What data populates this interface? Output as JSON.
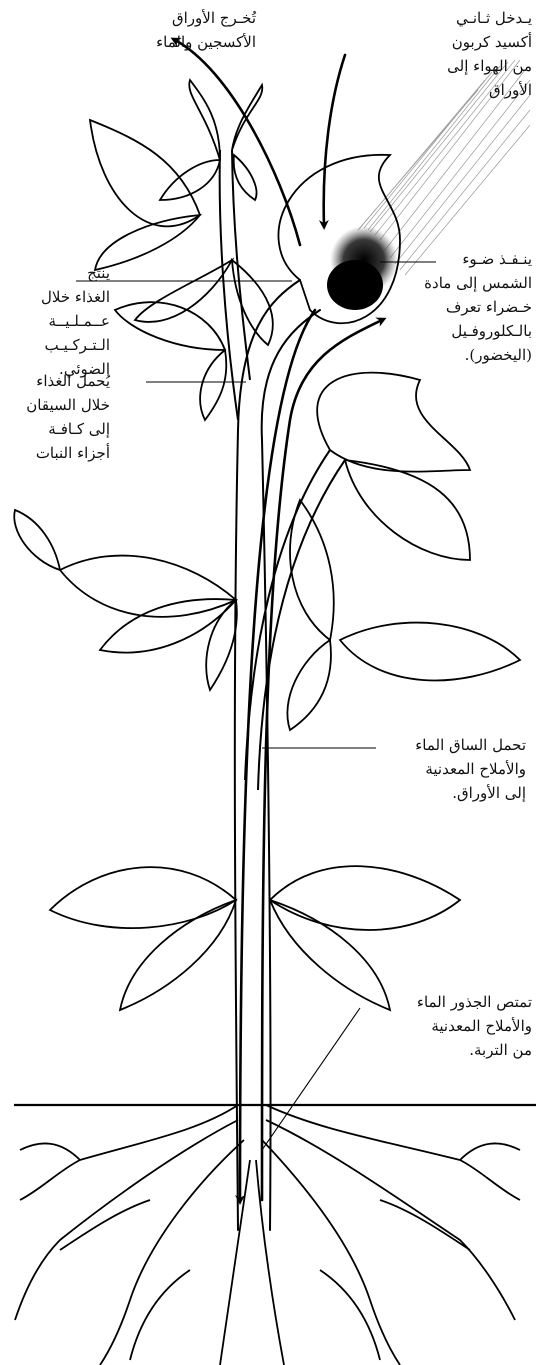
{
  "labels": {
    "oxygen_out": {
      "line1": "تُخـرج الأوراق",
      "line2": "الأكسجين والماء"
    },
    "co2_in": {
      "line1": "يـدخل ثـانـي",
      "line2": "أكسيد كربون",
      "line3": "من الهواء إلى",
      "line4": "الأوراق"
    },
    "photosynthesis": {
      "line1": "ينتج",
      "line2": "الغذاء خلال",
      "line3": "عــمـلـيــة",
      "line4": "الـتـركـيـب",
      "line5": "الضوئي."
    },
    "sunlight": {
      "line1": "ينـفـذ ضـوء",
      "line2": "الشمس إلى مادة",
      "line3": "خـضراء تعرف",
      "line4": "بالـكلوروفـيل",
      "line5": "(اليخضور)."
    },
    "food_transport": {
      "line1": "يُحمل الغذاء",
      "line2": "خلال السيقان",
      "line3": "إلى كـافـة",
      "line4": "أجزاء النبات"
    },
    "stem_water": {
      "line1": "تحمل الساق الماء",
      "line2": "والأملاح المعدنية",
      "line3": "إلى الأوراق."
    },
    "roots_absorb": {
      "line1": "تمتص الجذور الماء",
      "line2": "والأملاح المعدنية",
      "line3": "من التربة."
    }
  }
}
